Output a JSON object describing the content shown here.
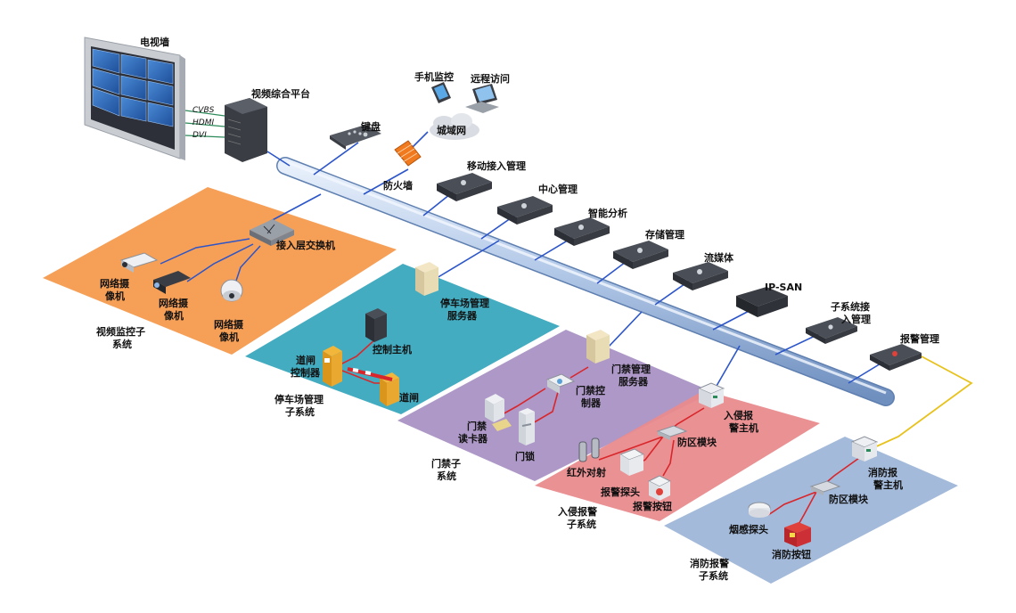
{
  "labels": {
    "tv_wall": "电视墙",
    "cvbs": "CVBS",
    "hdmi": "HDMI",
    "dvi": "DVI",
    "video_platform": "视频综合平台",
    "keyboard": "键盘",
    "firewall": "防火墙",
    "mobile_monitor": "手机监控",
    "remote_access": "远程访问",
    "wan": "城域网",
    "mobile_access_mgmt": "移动接入管理",
    "center_mgmt": "中心管理",
    "smart_analysis": "智能分析",
    "storage_mgmt": "存储管理",
    "streaming": "流媒体",
    "ip_san": "IP-SAN",
    "subsystem_access_mgmt_1": "子系统接",
    "subsystem_access_mgmt_2": "入管理",
    "alarm_mgmt": "报警管理",
    "access_switch": "接入层交换机",
    "net_camera_1": "网络摄",
    "net_camera_2": "像机",
    "video_subsystem_1": "视频监控子",
    "video_subsystem_2": "系统",
    "parking_server_1": "停车场管理",
    "parking_server_2": "服务器",
    "control_host": "控制主机",
    "gate_controller_1": "道闸",
    "gate_controller_2": "控制器",
    "barrier_gate": "道闸",
    "parking_subsystem_1": "停车场管理",
    "parking_subsystem_2": "子系统",
    "access_server_1": "门禁管理",
    "access_server_2": "服务器",
    "access_controller_1": "门禁控",
    "access_controller_2": "制器",
    "card_reader_1": "门禁",
    "card_reader_2": "读卡器",
    "door_lock": "门锁",
    "access_subsystem_1": "门禁子",
    "access_subsystem_2": "系统",
    "intrusion_host_1": "入侵报",
    "intrusion_host_2": "警主机",
    "zone_module": "防区模块",
    "ir_beam": "红外对射",
    "alarm_detector": "报警探头",
    "alarm_button": "报警按钮",
    "intrusion_subsystem_1": "入侵报警",
    "intrusion_subsystem_2": "子系统",
    "fire_host_1": "消防报",
    "fire_host_2": "警主机",
    "fire_zone_module": "防区模块",
    "smoke_detector": "烟感探头",
    "fire_button": "消防按钮",
    "fire_subsystem_1": "消防报警",
    "fire_subsystem_2": "子系统"
  },
  "colors": {
    "video_zone": "#f59a4e",
    "parking_zone": "#3aa8bd",
    "access_zone": "#a992c4",
    "intrusion_zone": "#e98b8e",
    "fire_zone": "#9fb6d8",
    "backbone": "#a9c3e6",
    "link_blue": "#2c55c9",
    "link_red": "#d9262b",
    "link_yellow": "#e8c21c",
    "device_dark": "#2c2f36"
  }
}
